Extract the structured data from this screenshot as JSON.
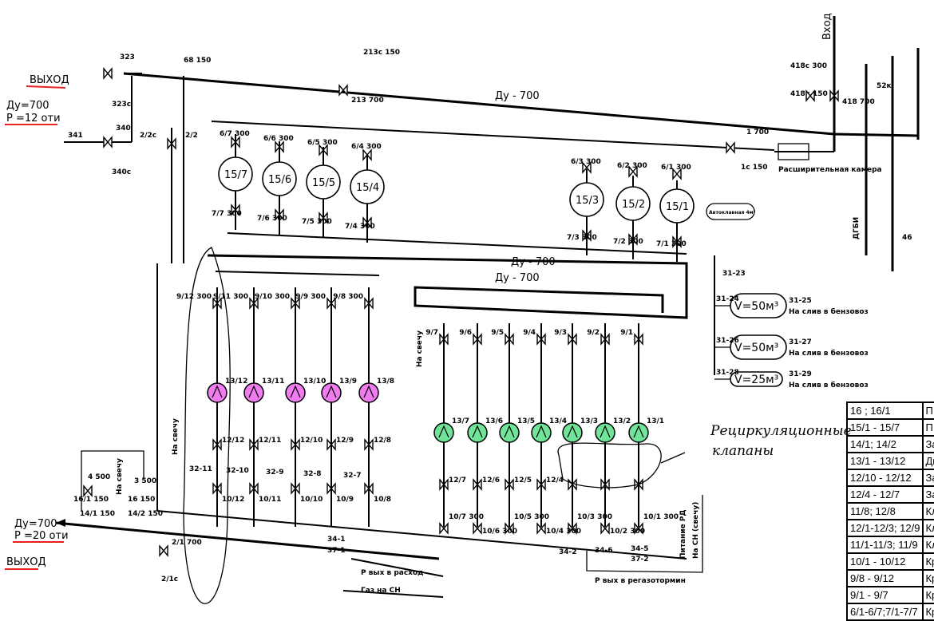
{
  "labels": {
    "outlet_top": "ВЫХОД",
    "du_top": "Ду=700",
    "p_top": "Р =12 оти",
    "outlet_bottom": "ВЫХОД",
    "du_bottom": "Ду=700",
    "p_bottom": "Р =20 оти",
    "inlet": "Вход",
    "main_pipe": "Ду - 700",
    "loop_pipe_1": "Ду - 700",
    "loop_pipe_2": "Ду - 700",
    "expansion_chamber": "Расширительная камера",
    "tank_small": "Автоклавная 4м³",
    "to_flare_1": "На свечу",
    "to_flare_2": "На свечу",
    "to_flare_3": "На свечу",
    "dgbi": "ДГБИ",
    "drain": "На слив в бензовоз",
    "p_out_consumer": "Р вых в расход",
    "gas_to_sn": "Газ на СН",
    "p_out_regas": "Р вых в регазотормин",
    "feed_rd": "Питание РД",
    "to_sn_flare": "На СН (свечу)",
    "handwritten_1": "Рециркуляционные",
    "handwritten_2": "клапаны"
  },
  "valve_tags": [
    "323",
    "323с",
    "341",
    "340",
    "340с",
    "2/2",
    "2/2с",
    "6/7 300",
    "6/6 300",
    "6/5 300",
    "6/4 300",
    "6/3 300",
    "6/2 300",
    "6/1 300",
    "7/7 300",
    "7/6 300",
    "7/5 300",
    "7/4 300",
    "7/3 300",
    "7/2 300",
    "7/1 300",
    "68 150",
    "213 700",
    "213с 150",
    "1 700",
    "1с 150",
    "418 700",
    "418с 300",
    "418к 150",
    "52к",
    "46",
    "31-23",
    "3 500",
    "4 500",
    "16/1 150",
    "16 150",
    "14/1 150",
    "14/2 150",
    "2/1 700",
    "2/1с",
    "34-1",
    "37-1",
    "34-2",
    "34-6",
    "34-5",
    "37-2",
    "32-7",
    "32-8",
    "32-9",
    "32-10",
    "32-11"
  ],
  "tanks_top": [
    "15/7",
    "15/6",
    "15/5",
    "15/4",
    "15/3",
    "15/2",
    "15/1"
  ],
  "pumps_pink": [
    "13/12",
    "13/11",
    "13/10",
    "13/9",
    "13/8"
  ],
  "pumps_green": [
    "13/7",
    "13/6",
    "13/5",
    "13/4",
    "13/3",
    "13/2",
    "13/1"
  ],
  "valves_9_pink": [
    "9/12 300",
    "9/11 300",
    "9/10 300",
    "9/9 300",
    "9/8 300"
  ],
  "valves_9_green": [
    "9/7",
    "9/6",
    "9/5",
    "9/4",
    "9/3",
    "9/2",
    "9/1"
  ],
  "valves_12": [
    "12/12",
    "12/11",
    "12/10",
    "12/9",
    "12/8",
    "12/7",
    "12/6",
    "12/5",
    "12/4"
  ],
  "valves_10": [
    "10/12",
    "10/11",
    "10/10",
    "10/9",
    "10/8",
    "10/7 300",
    "10/6 300",
    "10/5 300",
    "10/4 300",
    "10/3 300",
    "10/2 300",
    "10/1 300"
  ],
  "vessels": [
    {
      "label": "V=50м³",
      "in_tag": "31-24",
      "out_tag": "31-25"
    },
    {
      "label": "V=50м³",
      "in_tag": "31-26",
      "out_tag": "31-27"
    },
    {
      "label": "V=25м³",
      "in_tag": "31-28",
      "out_tag": "31-29"
    }
  ],
  "legend_table": [
    {
      "range": "16 ; 16/1",
      "desc": "П"
    },
    {
      "range": "15/1 - 15/7",
      "desc": "П"
    },
    {
      "range": "14/1; 14/2",
      "desc": "За"
    },
    {
      "range": "13/1 - 13/12",
      "desc": "Дн"
    },
    {
      "range": "12/10 - 12/12",
      "desc": "За"
    },
    {
      "range": "12/4 - 12/7",
      "desc": "За"
    },
    {
      "range": "11/8; 12/8",
      "desc": "Кл"
    },
    {
      "range": "12/1-12/3; 12/9",
      "desc": "Кл"
    },
    {
      "range": "11/1-11/3; 11/9",
      "desc": "Кл"
    },
    {
      "range": "10/1 - 10/12",
      "desc": "Кр"
    },
    {
      "range": "9/8 - 9/12",
      "desc": "Кр"
    },
    {
      "range": "9/1 - 9/7",
      "desc": "Кр"
    },
    {
      "range": "6/1-6/7;7/1-7/7",
      "desc": "Кр"
    }
  ],
  "colors": {
    "pump_pink": "#f07cf0",
    "pump_green": "#70e59a",
    "underline": "#e82020"
  }
}
